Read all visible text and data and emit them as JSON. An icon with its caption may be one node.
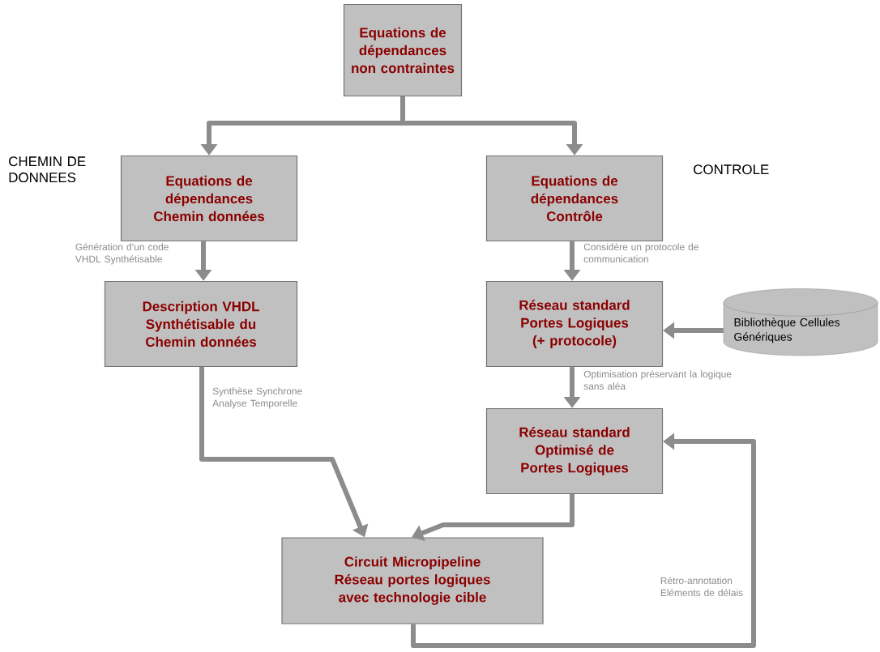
{
  "diagram": {
    "nodes": [
      {
        "text": [
          "Equations de dépendances non contraintes"
        ]
      },
      {
        "text": [
          "Equations de dépendances Chemin données"
        ]
      },
      {
        "text": [
          "Equations de dépendances Contrôle"
        ]
      },
      {
        "text": [
          "Description VHDL Synthétisable du Chemin données"
        ]
      },
      {
        "text": [
          "Réseau standard Portes Logiques (+ protocole)"
        ]
      },
      {
        "text": [
          "Bibliothèque Cellules Génériques"
        ]
      },
      {
        "text": [
          "Réseau standard Optimisé de Portes Logiques"
        ]
      },
      {
        "text": [
          "Circuit Micropipeline Réseau portes logiques avec technologie cible"
        ]
      }
    ],
    "edges": [
      {
        "from": 0,
        "to": 1,
        "arrow": "to"
      },
      {
        "from": 0,
        "to": 2,
        "arrow": "to"
      },
      {
        "from": 1,
        "to": 3,
        "arrow": "to",
        "label": "Génération d’un code VHDL Synthétisable"
      },
      {
        "from": 2,
        "to": 4,
        "arrow": "to",
        "label": "Considère un protocole de communication"
      },
      {
        "from": 5,
        "to": 4,
        "arrow": "to"
      },
      {
        "from": 4,
        "to": 6,
        "arrow": "to",
        "label": "Optimisation préservant la logique sans aléa"
      },
      {
        "from": 3,
        "to": 7,
        "arrow": "to",
        "label": "Synthèse Synchrone Analyse Temporelle"
      },
      {
        "from": 6,
        "to": 7,
        "arrow": "to"
      },
      {
        "from": 7,
        "to": 6,
        "arrow": "to",
        "label": "Rétro-annotation Eléments de délais"
      }
    ],
    "labels": [
      "CHEMIN DE DONNEES",
      "CONTROLE"
    ]
  }
}
